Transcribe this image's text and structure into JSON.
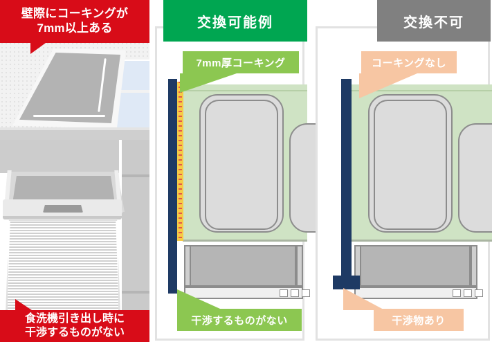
{
  "left_photo": {
    "top_banner": {
      "line1": "壁際にコーキングが",
      "line2": "7mm以上ある"
    },
    "bottom_banner": {
      "line1": "食洗機引き出し時に",
      "line2": "干渉するものがない"
    },
    "scene_description": "キッチンカウンターと引き出した食洗機"
  },
  "center_panel": {
    "header": "交換可能例",
    "header_color": "#00a651",
    "callout_top": "7mm厚コーキング",
    "callout_top_color": "#8cc751",
    "callout_bottom": "干渉するものがない",
    "callout_bottom_color": "#8cc751",
    "wall_color": "#1e3a64",
    "caulk_color": "#f6cb45",
    "counter_color": "#cfe3c4"
  },
  "right_panel": {
    "header": "交換不可",
    "header_color": "#808080",
    "callout_top": "コーキングなし",
    "callout_top_color": "#f7c6a3",
    "callout_bottom": "干渉物あり",
    "callout_bottom_color": "#f7c6a3",
    "wall_color": "#1e3a64",
    "counter_color": "#cfe3c4"
  },
  "accent_colors": {
    "banner_red": "#d80c18",
    "ok_green": "#00a651",
    "ng_gray": "#808080"
  }
}
